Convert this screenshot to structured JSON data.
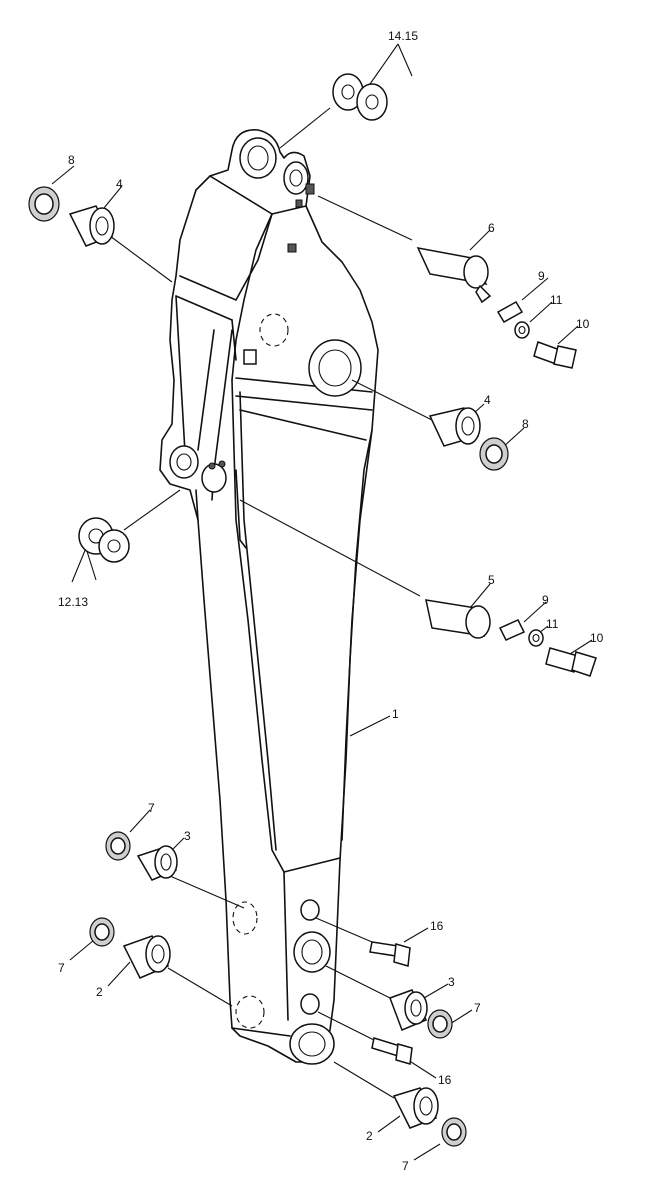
{
  "callouts": [
    {
      "id": "c-14-15",
      "text": "14.15"
    },
    {
      "id": "c-8a",
      "text": "8"
    },
    {
      "id": "c-4a",
      "text": "4"
    },
    {
      "id": "c-6",
      "text": "6"
    },
    {
      "id": "c-9a",
      "text": "9"
    },
    {
      "id": "c-11a",
      "text": "11"
    },
    {
      "id": "c-10a",
      "text": "10"
    },
    {
      "id": "c-4b",
      "text": "4"
    },
    {
      "id": "c-8b",
      "text": "8"
    },
    {
      "id": "c-12-13",
      "text": "12.13"
    },
    {
      "id": "c-5",
      "text": "5"
    },
    {
      "id": "c-9b",
      "text": "9"
    },
    {
      "id": "c-11b",
      "text": "11"
    },
    {
      "id": "c-10b",
      "text": "10"
    },
    {
      "id": "c-1",
      "text": "1"
    },
    {
      "id": "c-7a",
      "text": "7"
    },
    {
      "id": "c-3a",
      "text": "3"
    },
    {
      "id": "c-16a",
      "text": "16"
    },
    {
      "id": "c-7b",
      "text": "7"
    },
    {
      "id": "c-2a",
      "text": "2"
    },
    {
      "id": "c-3b",
      "text": "3"
    },
    {
      "id": "c-7c",
      "text": "7"
    },
    {
      "id": "c-16b",
      "text": "16"
    },
    {
      "id": "c-2b",
      "text": "2"
    },
    {
      "id": "c-7d",
      "text": "7"
    }
  ]
}
